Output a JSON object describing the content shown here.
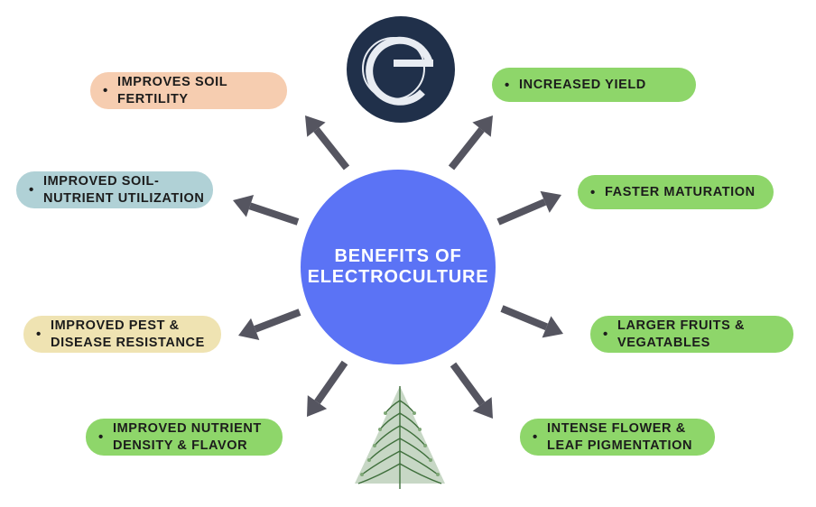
{
  "center": {
    "title": "BENEFITS OF\nELECTROCULTURE",
    "color": "#5b73f5"
  },
  "logo": {
    "icon": "electroculture-e-logo-icon",
    "background": "#20304a"
  },
  "illustration": {
    "icon": "fern-tree-icon"
  },
  "bullet_glyph": "•",
  "arrow_color": "#555560",
  "benefits": [
    {
      "id": "soil-fertility",
      "text": "IMPROVES SOIL\nFERTILITY",
      "color": "#f6cdb0"
    },
    {
      "id": "soil-nutrient-utilization",
      "text": "IMPROVED SOIL-\nNUTRIENT UTILIZATION",
      "color": "#b0d1d6"
    },
    {
      "id": "pest-disease-resistance",
      "text": "IMPROVED PEST &\nDISEASE RESISTANCE",
      "color": "#efe3b2"
    },
    {
      "id": "nutrient-density",
      "text": "IMPROVED NUTRIENT\nDENSITY & FLAVOR",
      "color": "#8ed66a"
    },
    {
      "id": "increased-yield",
      "text": "INCREASED YIELD",
      "color": "#8ed66a"
    },
    {
      "id": "faster-maturation",
      "text": "FASTER MATURATION",
      "color": "#8ed66a"
    },
    {
      "id": "larger-fruits",
      "text": "LARGER FRUITS &\nVEGATABLES",
      "color": "#8ed66a"
    },
    {
      "id": "flower-pigmentation",
      "text": "INTENSE FLOWER &\nLEAF PIGMENTATION",
      "color": "#8ed66a"
    }
  ]
}
